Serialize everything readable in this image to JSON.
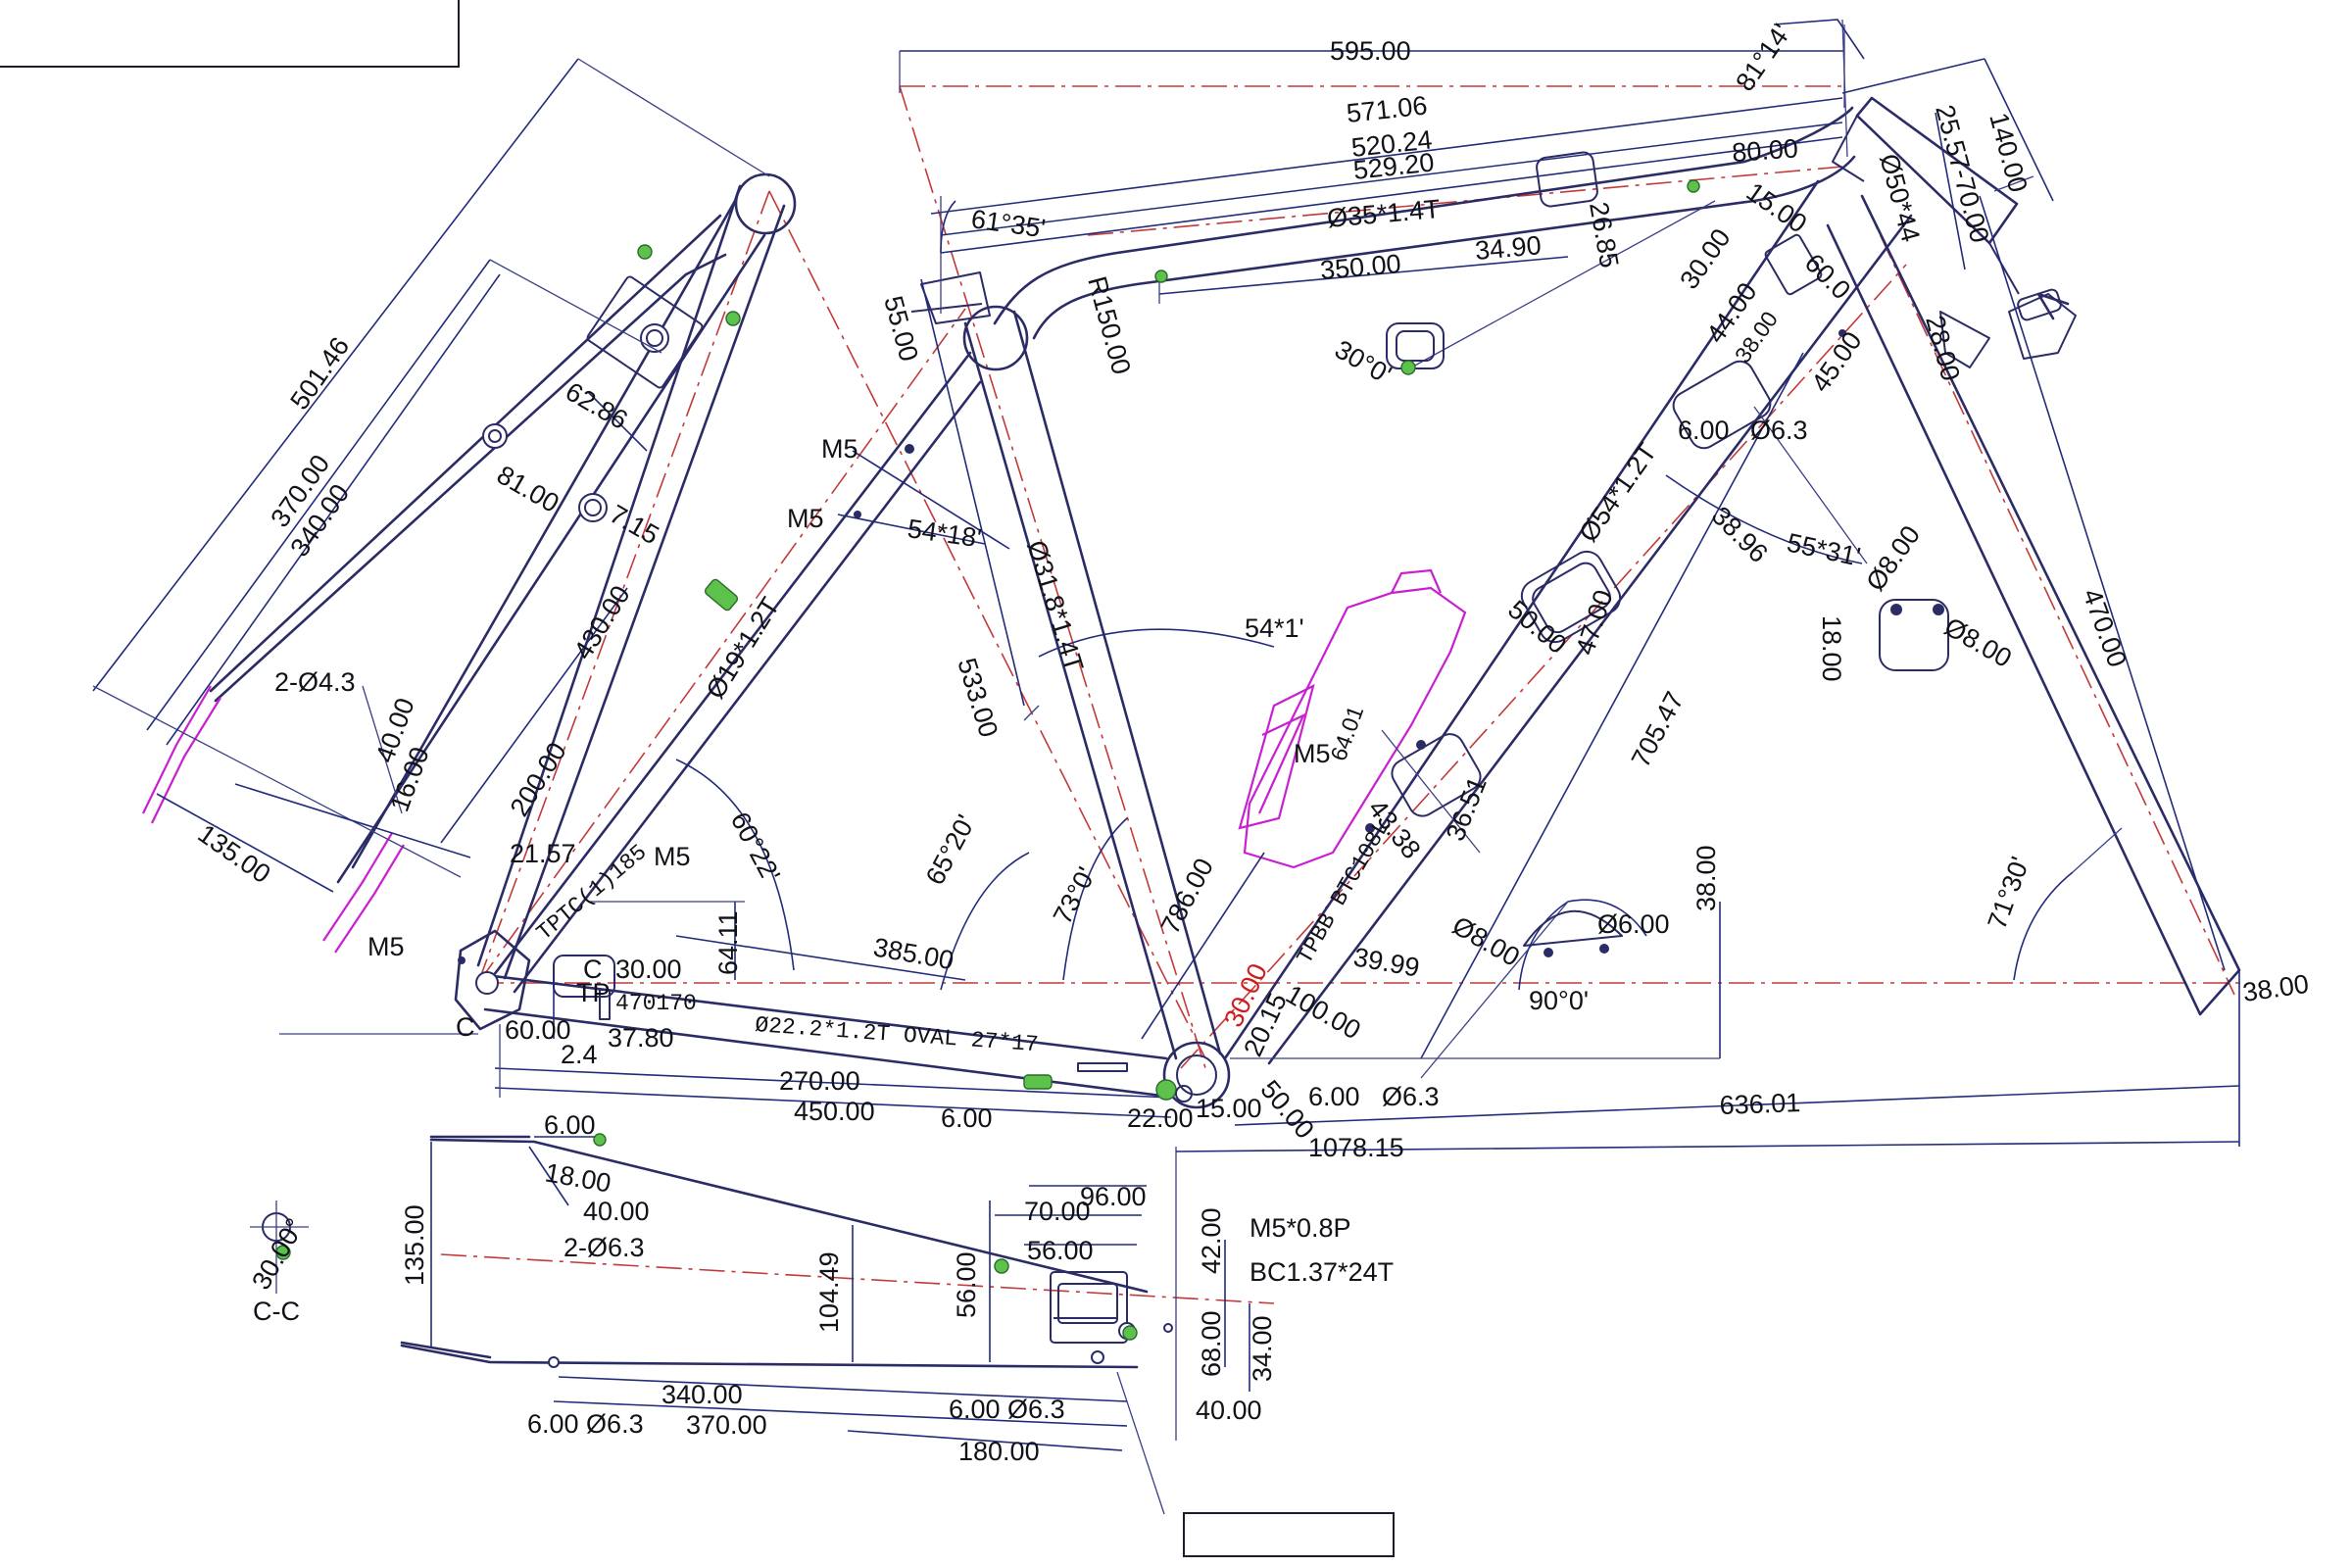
{
  "colors": {
    "frame": "#2b2c66",
    "dimension": "#232c7a",
    "centerline": "#c23a3a",
    "bottle": "#c81fd0",
    "fitting": "#5cc24c",
    "text": "#111118"
  },
  "dimensions": {
    "top_595": "595.00",
    "top_571": "571.06",
    "top_520": "520.24",
    "top_529": "529.20",
    "angle_81": "81°14'",
    "head_80": "80.00",
    "head_140": "140.00",
    "head_2557": "25.57-70.00",
    "head_d50": "Ø50*44",
    "head_15": "15.00",
    "head_60": "60.0",
    "head_30": "30.00",
    "head_44": "44.00",
    "head_38": "38.00",
    "head_45": "45.00",
    "head_6": "6.00",
    "head_2800": "28.00",
    "head_63": "Ø6.3",
    "tt_tube": "Ø35*1.4T",
    "tt_2685": "26.85",
    "tt_350": "350.00",
    "tt_3490": "34.90",
    "tt_angle30": "30°0'",
    "tt_angle61": "61°35'",
    "tt_r150": "R150.00",
    "st_55": "55.00",
    "st_m5a": "M5",
    "st_m5b": "M5",
    "st_5418": "54*18'",
    "st_tube": "Ø31.8*1.4T",
    "st_533": "533.00",
    "dt_tube": "Ø54*1.2T",
    "dt_3896": "38.96",
    "dt_5531": "55*31'",
    "dt_50": "50.00",
    "dt_47": "47.00",
    "dt_d8a": "Ø8.00",
    "dt_d8b": "Ø8.00",
    "dt_18": "18.00",
    "dt_470": "470.00",
    "dt_705": "705.47",
    "angle_541": "54*1'",
    "angle_7130": "71°30'",
    "cage_m5": "M5",
    "cage_6401": "64.01",
    "cage_4338": "43.38",
    "cage_3551": "36.51",
    "cage_786": "786.00",
    "bb_tp": "TPBB BTC108L",
    "bb_3999": "39.99",
    "bb_100": "100.00",
    "bb_3000": "30.00",
    "bb_2015": "20.15",
    "bb_5000": "50.00",
    "bb_600": "6.00",
    "bb_63": "Ø6.3",
    "bb_d8": "Ø8.00",
    "bb_d6": "Ø6.00",
    "bb_90": "90°0'",
    "bb_38a": "38.00",
    "bb_38b": "38.00",
    "wb_636": "636.01",
    "wb_1078": "1078.15",
    "ss_501": "501.46",
    "ss_370": "370.00",
    "ss_340": "340.00",
    "ss_6286": "62.86",
    "ss_8100": "81.00",
    "ss_715": "7.15",
    "ss_430": "430.00",
    "ss_tube": "Ø19*1.2T",
    "ss_2d43": "2-Ø4.3",
    "ss_40": "40.00",
    "ss_16": "16.00",
    "ss_200": "200.00",
    "ss_135": "135.00",
    "ss_6022": "60°22'",
    "ss_6520": "65°20'",
    "ss_730": "73°0'",
    "do_2157": "21.57",
    "do_tp": "TPTC(1)185",
    "do_m5": "M5",
    "do_m5b": "M5",
    "do_c": "C",
    "do_c2": "C",
    "do_tp2": "TP",
    "do_3000": "30.00",
    "do_470": "470170",
    "do_3780": "37.80",
    "do_6000": "60.00",
    "do_24": "2.4",
    "do_6411": "64.11",
    "cs_385": "385.00",
    "cs_tube": "Ø22.2*1.2T OVAL 27*17",
    "cs_270": "270.00",
    "cs_450": "450.00",
    "cs_600": "6.00",
    "cs_2200": "22.00",
    "cs_1500": "15.00",
    "pv_600": "6.00",
    "pv_1800": "18.00",
    "pv_4000": "40.00",
    "pv_2d63": "2-Ø6.3",
    "pv_135": "135.00",
    "pv_7000": "70.00",
    "pv_9600": "96.00",
    "pv_5600": "56.00",
    "pv_5600b": "56.00",
    "pv_10449": "104.49",
    "pv_4200": "42.00",
    "pv_m5": "M5*0.8P",
    "pv_bc": "BC1.37*24T",
    "pv_6800": "68.00",
    "pv_3400": "34.00",
    "pv_4000b": "40.00",
    "pv_340": "340.00",
    "pv_370": "370.00",
    "pv_180": "180.00",
    "pv_6d": "6.00 Ø6.3",
    "pv_6d2": "6.00 Ø6.3",
    "sec_angle": "30.00°",
    "sec_label": "C-C"
  }
}
